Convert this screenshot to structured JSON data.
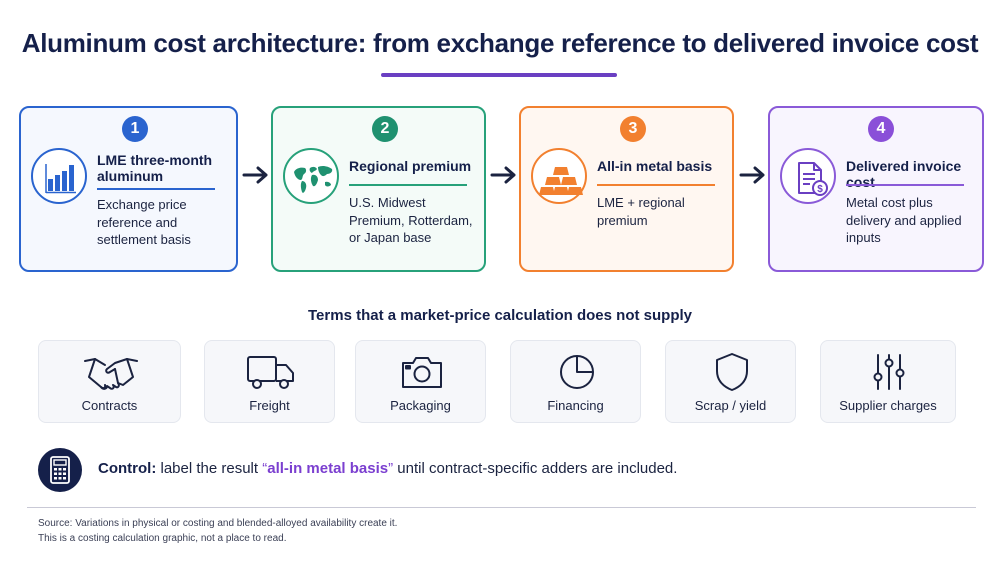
{
  "title": "Aluminum cost architecture: from exchange reference to delivered invoice cost",
  "steps": [
    {
      "number": "1",
      "title": "LME three-month aluminum",
      "description": "Exchange price reference and settlement basis",
      "icon": "bar-chart-icon",
      "color": "#2a64cf"
    },
    {
      "number": "2",
      "title": "Regional premium",
      "description": "U.S. Midwest Premium, Rotterdam, or Japan base",
      "icon": "world-map-icon",
      "color": "#27a17a"
    },
    {
      "number": "3",
      "title": "All-in metal basis",
      "description": "LME + regional premium",
      "icon": "metal-ingots-icon",
      "color": "#f2802f"
    },
    {
      "number": "4",
      "title": "Delivered invoice cost",
      "description": "Metal cost plus delivery and applied inputs",
      "icon": "invoice-icon",
      "color": "#8a5ad8"
    }
  ],
  "terms_title": "Terms that a market-price calculation does not supply",
  "terms": [
    {
      "label": "Contracts",
      "icon": "handshake-icon"
    },
    {
      "label": "Freight",
      "icon": "truck-icon"
    },
    {
      "label": "Packaging",
      "icon": "camera-icon"
    },
    {
      "label": "Financing",
      "icon": "pie-chart-icon"
    },
    {
      "label": "Scrap / yield",
      "icon": "shield-icon"
    },
    {
      "label": "Supplier charges",
      "icon": "sliders-icon"
    }
  ],
  "control": {
    "lead": "Control:",
    "before": " label the result ",
    "open_quote": "“",
    "highlight": "all-in metal basis",
    "close_quote": "”",
    "after": " until contract-specific adders are included.",
    "icon": "calculator-icon"
  },
  "source_lines": [
    "Source: Variations in physical or costing and blended-alloyed availability create it.",
    "This is a costing calculation graphic, not a place to read."
  ]
}
